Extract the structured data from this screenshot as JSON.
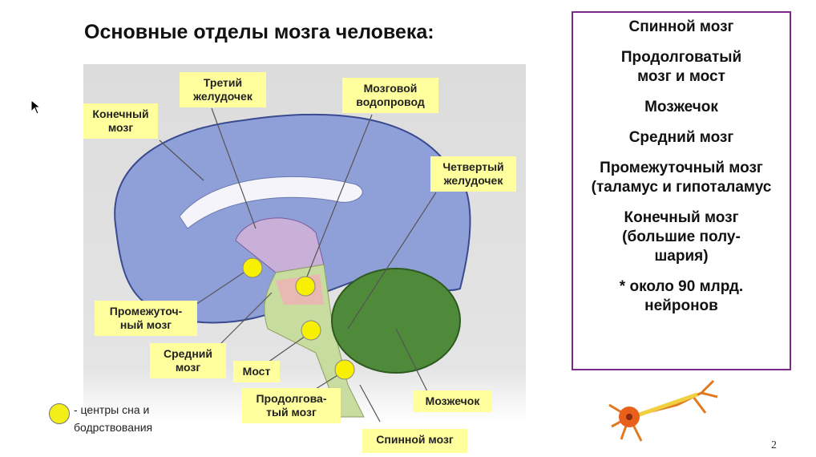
{
  "title": "Основные отделы мозга человека:",
  "labels": {
    "telencephalon": [
      "Конечный",
      "мозг"
    ],
    "third_ventricle": [
      "Третий",
      "желудочек"
    ],
    "aqueduct": [
      "Мозговой",
      "водопровод"
    ],
    "fourth_ventricle": [
      "Четвертый",
      "желудочек"
    ],
    "diencephalon": [
      "Промежуточ-",
      "ный мозг"
    ],
    "midbrain": [
      "Средний",
      "мозг"
    ],
    "pons": "Мост",
    "medulla": [
      "Продолгова-",
      "тый мозг"
    ],
    "cerebellum": "Мозжечок",
    "spinal_cord": "Спинной мозг"
  },
  "legend": [
    "- центры сна и",
    "бодрствования"
  ],
  "list": [
    "Спинной мозг",
    "Продолговатый мозг и мост",
    "Мозжечок",
    "Средний мозг",
    "Промежуточный мозг (таламус и гипоталамус",
    "Конечный мозг (большие полу-шария)",
    "* около 90 млрд. нейронов"
  ],
  "page_number": "2",
  "colors": {
    "label_bg": "#ffff9e",
    "border": "#7b2a8a",
    "dot": "#f2ee1a"
  }
}
